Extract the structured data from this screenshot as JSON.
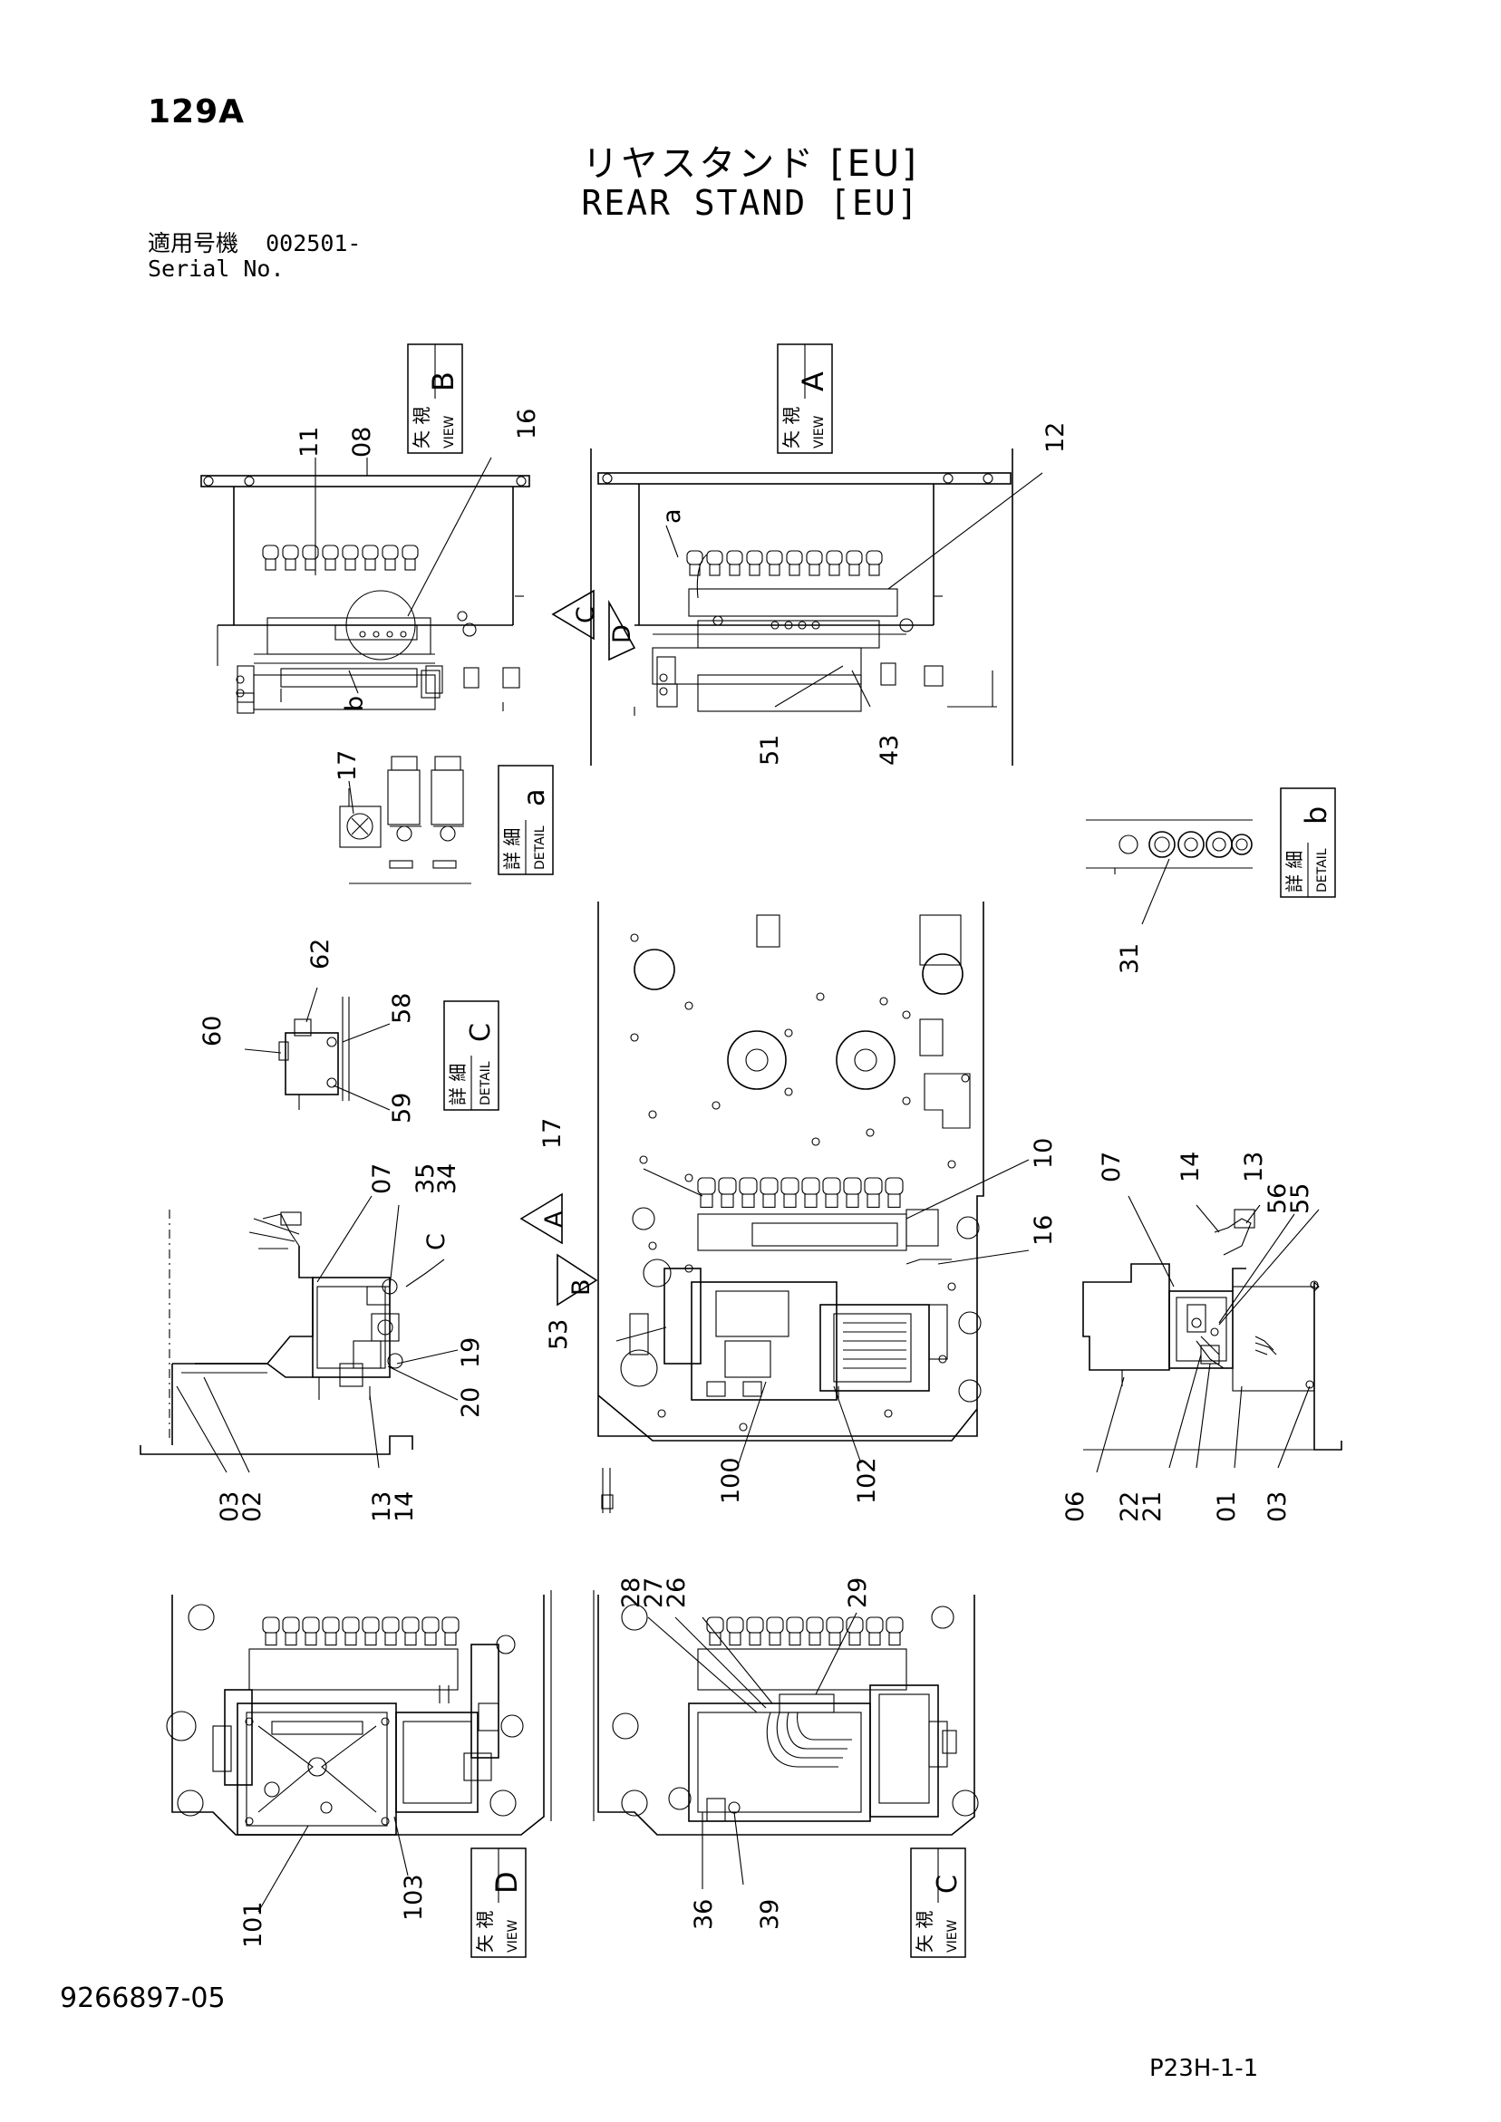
{
  "header": {
    "page_number": "129A",
    "title_jp": "リヤスタンド [EU]",
    "title_en": "REAR STAND [EU]",
    "serial_label_jp": "適用号機",
    "serial_value": "002501-",
    "serial_label_en": "Serial No."
  },
  "footer": {
    "document_number": "9266897-05",
    "page_code": "P23H-1-1"
  },
  "view_labels": {
    "view_b": {
      "jp": "矢 視",
      "en": "VIEW",
      "letter": "B"
    },
    "view_a": {
      "jp": "矢 視",
      "en": "VIEW",
      "letter": "A"
    },
    "detail_a": {
      "jp": "詳 細",
      "en": "DETAIL",
      "letter": "a"
    },
    "detail_b": {
      "jp": "詳 細",
      "en": "DETAIL",
      "letter": "b"
    },
    "detail_c": {
      "jp": "詳 細",
      "en": "DETAIL",
      "letter": "C"
    },
    "view_d": {
      "jp": "矢 視",
      "en": "VIEW",
      "letter": "D"
    },
    "view_c": {
      "jp": "矢 視",
      "en": "VIEW",
      "letter": "C"
    }
  },
  "arrows": {
    "c_top": "C",
    "d_top": "D",
    "a_mid": "A",
    "b_mid": "B",
    "a_small": "a",
    "b_small": "b",
    "c_small": "C"
  },
  "callouts": {
    "c11": "11",
    "c08": "08",
    "c16a": "16",
    "c12": "12",
    "c51": "51",
    "c43": "43",
    "c17a": "17",
    "c31": "31",
    "c62": "62",
    "c60": "60",
    "c58": "58",
    "c59": "59",
    "c17b": "17",
    "c10": "10",
    "c16b": "16",
    "c53": "53",
    "c100": "100",
    "c102": "102",
    "c07a": "07",
    "c35": "35",
    "c34": "34",
    "c19": "19",
    "c20": "20",
    "c03a": "03",
    "c02": "02",
    "c13a": "13",
    "c14a": "14",
    "c07b": "07",
    "c14b": "14",
    "c13b": "13",
    "c56": "56",
    "c55": "55",
    "c06": "06",
    "c22": "22",
    "c21": "21",
    "c01": "01",
    "c03b": "03",
    "c28": "28",
    "c27": "27",
    "c26": "26",
    "c29": "29",
    "c101": "101",
    "c103": "103",
    "c36": "36",
    "c39": "39"
  }
}
